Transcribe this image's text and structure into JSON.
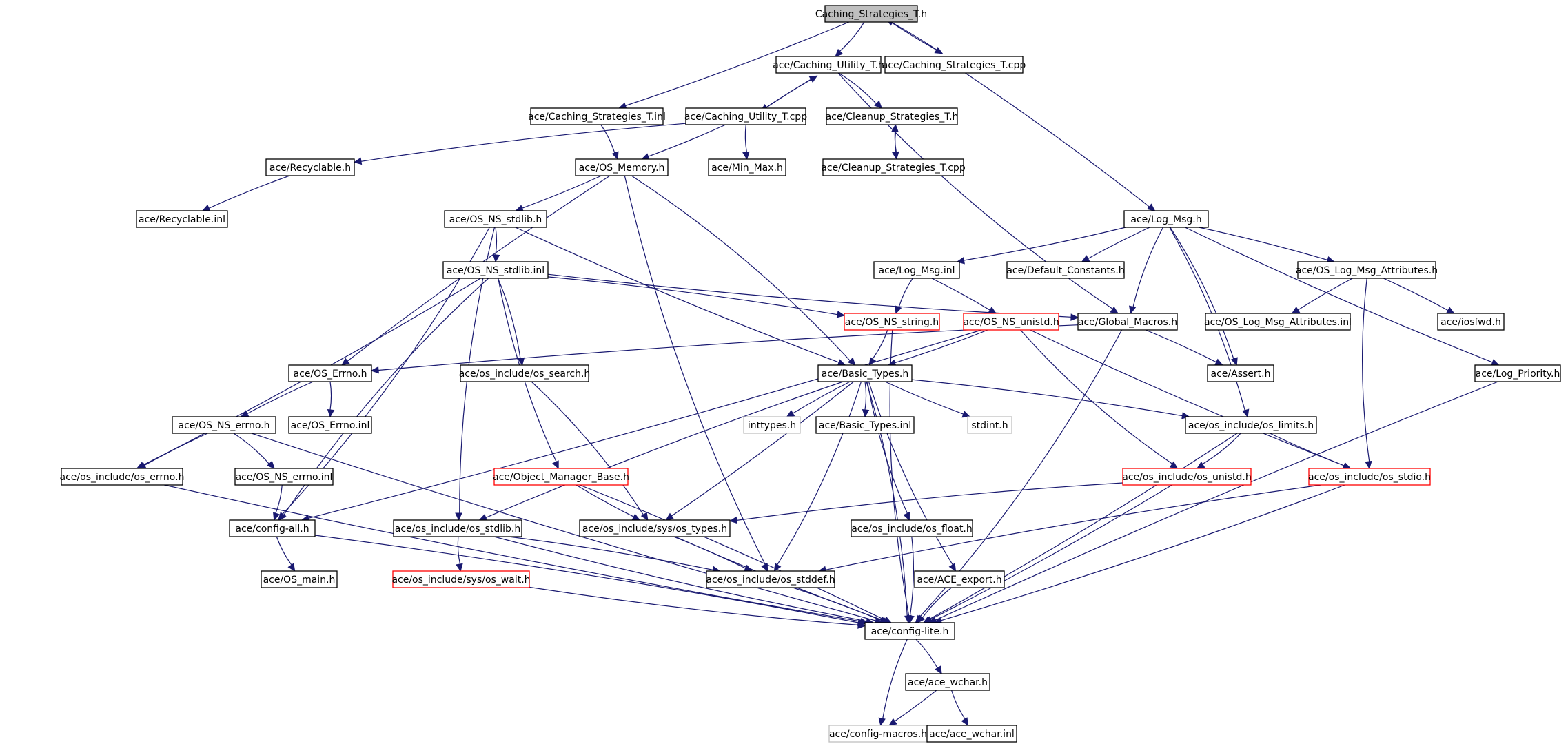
{
  "graph": {
    "colors": {
      "edge": "#191970",
      "root_fill": "#bfbfbf",
      "default_border": "#000000",
      "truncated_border": "#ff0000",
      "external_border": "#bfbfbf",
      "background": "#ffffff"
    },
    "nodes": [
      {
        "id": "root",
        "label": "Caching_Strategies_T.h",
        "style": "root"
      },
      {
        "id": "caching_utility_h",
        "label": "ace/Caching_Utility_T.h",
        "style": "normal"
      },
      {
        "id": "caching_strategies_cpp",
        "label": "ace/Caching_Strategies_T.cpp",
        "style": "normal"
      },
      {
        "id": "caching_strategies_inl",
        "label": "ace/Caching_Strategies_T.inl",
        "style": "normal"
      },
      {
        "id": "caching_utility_cpp",
        "label": "ace/Caching_Utility_T.cpp",
        "style": "normal"
      },
      {
        "id": "cleanup_h",
        "label": "ace/Cleanup_Strategies_T.h",
        "style": "normal"
      },
      {
        "id": "recyclable_h",
        "label": "ace/Recyclable.h",
        "style": "normal"
      },
      {
        "id": "os_memory_h",
        "label": "ace/OS_Memory.h",
        "style": "normal"
      },
      {
        "id": "min_max_h",
        "label": "ace/Min_Max.h",
        "style": "normal"
      },
      {
        "id": "cleanup_cpp",
        "label": "ace/Cleanup_Strategies_T.cpp",
        "style": "normal"
      },
      {
        "id": "recyclable_inl",
        "label": "ace/Recyclable.inl",
        "style": "normal"
      },
      {
        "id": "os_ns_stdlib_h",
        "label": "ace/OS_NS_stdlib.h",
        "style": "normal"
      },
      {
        "id": "log_msg_h",
        "label": "ace/Log_Msg.h",
        "style": "normal"
      },
      {
        "id": "os_ns_stdlib_inl",
        "label": "ace/OS_NS_stdlib.inl",
        "style": "normal"
      },
      {
        "id": "log_msg_inl",
        "label": "ace/Log_Msg.inl",
        "style": "normal"
      },
      {
        "id": "default_constants_h",
        "label": "ace/Default_Constants.h",
        "style": "normal"
      },
      {
        "id": "os_log_msg_attr_h",
        "label": "ace/OS_Log_Msg_Attributes.h",
        "style": "normal"
      },
      {
        "id": "os_ns_string_h",
        "label": "ace/OS_NS_string.h",
        "style": "truncated"
      },
      {
        "id": "os_ns_unistd_h",
        "label": "ace/OS_NS_unistd.h",
        "style": "truncated"
      },
      {
        "id": "global_macros_h",
        "label": "ace/Global_Macros.h",
        "style": "normal"
      },
      {
        "id": "os_log_msg_attr_inl",
        "label": "ace/OS_Log_Msg_Attributes.inl",
        "style": "normal"
      },
      {
        "id": "iosfwd_h",
        "label": "ace/iosfwd.h",
        "style": "normal"
      },
      {
        "id": "os_errno_h",
        "label": "ace/OS_Errno.h",
        "style": "normal"
      },
      {
        "id": "os_search_h",
        "label": "ace/os_include/os_search.h",
        "style": "normal"
      },
      {
        "id": "basic_types_h",
        "label": "ace/Basic_Types.h",
        "style": "normal"
      },
      {
        "id": "assert_h",
        "label": "ace/Assert.h",
        "style": "normal"
      },
      {
        "id": "log_priority_h",
        "label": "ace/Log_Priority.h",
        "style": "normal"
      },
      {
        "id": "os_ns_errno_h",
        "label": "ace/OS_NS_errno.h",
        "style": "normal"
      },
      {
        "id": "os_errno_inl",
        "label": "ace/OS_Errno.inl",
        "style": "normal"
      },
      {
        "id": "inttypes_h",
        "label": "inttypes.h",
        "style": "external"
      },
      {
        "id": "basic_types_inl",
        "label": "ace/Basic_Types.inl",
        "style": "normal"
      },
      {
        "id": "stdint_h",
        "label": "stdint.h",
        "style": "external"
      },
      {
        "id": "os_limits_h",
        "label": "ace/os_include/os_limits.h",
        "style": "normal"
      },
      {
        "id": "os_include_errno_h",
        "label": "ace/os_include/os_errno.h",
        "style": "normal"
      },
      {
        "id": "os_ns_errno_inl",
        "label": "ace/OS_NS_errno.inl",
        "style": "normal"
      },
      {
        "id": "object_manager_base_h",
        "label": "ace/Object_Manager_Base.h",
        "style": "truncated"
      },
      {
        "id": "os_include_unistd_h",
        "label": "ace/os_include/os_unistd.h",
        "style": "truncated"
      },
      {
        "id": "os_include_stdio_h",
        "label": "ace/os_include/os_stdio.h",
        "style": "truncated"
      },
      {
        "id": "config_all_h",
        "label": "ace/config-all.h",
        "style": "normal"
      },
      {
        "id": "os_include_stdlib_h",
        "label": "ace/os_include/os_stdlib.h",
        "style": "normal"
      },
      {
        "id": "os_types_h",
        "label": "ace/os_include/sys/os_types.h",
        "style": "normal"
      },
      {
        "id": "os_float_h",
        "label": "ace/os_include/os_float.h",
        "style": "normal"
      },
      {
        "id": "os_main_h",
        "label": "ace/OS_main.h",
        "style": "normal"
      },
      {
        "id": "os_wait_h",
        "label": "ace/os_include/sys/os_wait.h",
        "style": "truncated"
      },
      {
        "id": "os_stddef_h",
        "label": "ace/os_include/os_stddef.h",
        "style": "normal"
      },
      {
        "id": "ace_export_h",
        "label": "ace/ACE_export.h",
        "style": "normal"
      },
      {
        "id": "config_lite_h",
        "label": "ace/config-lite.h",
        "style": "normal"
      },
      {
        "id": "ace_wchar_h",
        "label": "ace/ace_wchar.h",
        "style": "normal"
      },
      {
        "id": "config_macros_h",
        "label": "ace/config-macros.h",
        "style": "external"
      },
      {
        "id": "ace_wchar_inl",
        "label": "ace/ace_wchar.inl",
        "style": "normal"
      }
    ],
    "edges": [
      [
        "root",
        "caching_utility_h"
      ],
      [
        "root",
        "caching_strategies_cpp"
      ],
      [
        "root",
        "caching_strategies_inl"
      ],
      [
        "caching_strategies_cpp",
        "root"
      ],
      [
        "caching_strategies_cpp",
        "log_msg_h"
      ],
      [
        "caching_utility_h",
        "caching_utility_cpp"
      ],
      [
        "caching_utility_h",
        "cleanup_h"
      ],
      [
        "caching_utility_h",
        "global_macros_h"
      ],
      [
        "caching_utility_cpp",
        "caching_utility_h"
      ],
      [
        "caching_utility_cpp",
        "recyclable_h"
      ],
      [
        "caching_utility_cpp",
        "os_memory_h"
      ],
      [
        "caching_utility_cpp",
        "min_max_h"
      ],
      [
        "caching_strategies_inl",
        "os_memory_h"
      ],
      [
        "cleanup_h",
        "cleanup_cpp"
      ],
      [
        "cleanup_cpp",
        "cleanup_h"
      ],
      [
        "recyclable_h",
        "recyclable_inl"
      ],
      [
        "os_memory_h",
        "os_ns_stdlib_h"
      ],
      [
        "os_memory_h",
        "os_errno_h"
      ],
      [
        "os_memory_h",
        "basic_types_h"
      ],
      [
        "os_memory_h",
        "os_stddef_h"
      ],
      [
        "os_ns_stdlib_h",
        "os_ns_stdlib_inl"
      ],
      [
        "os_ns_stdlib_h",
        "basic_types_h"
      ],
      [
        "os_ns_stdlib_h",
        "config_all_h"
      ],
      [
        "os_ns_stdlib_h",
        "os_include_stdlib_h"
      ],
      [
        "os_ns_stdlib_inl",
        "os_ns_string_h"
      ],
      [
        "os_ns_stdlib_inl",
        "global_macros_h"
      ],
      [
        "os_ns_stdlib_inl",
        "os_search_h"
      ],
      [
        "os_ns_stdlib_inl",
        "object_manager_base_h"
      ],
      [
        "os_ns_stdlib_inl",
        "os_include_errno_h"
      ],
      [
        "os_ns_stdlib_inl",
        "config_all_h"
      ],
      [
        "log_msg_h",
        "log_msg_inl"
      ],
      [
        "log_msg_h",
        "default_constants_h"
      ],
      [
        "log_msg_h",
        "os_log_msg_attr_h"
      ],
      [
        "log_msg_h",
        "global_macros_h"
      ],
      [
        "log_msg_h",
        "assert_h"
      ],
      [
        "log_msg_h",
        "log_priority_h"
      ],
      [
        "log_msg_h",
        "os_limits_h"
      ],
      [
        "log_msg_inl",
        "os_ns_string_h"
      ],
      [
        "log_msg_inl",
        "os_ns_unistd_h"
      ],
      [
        "os_log_msg_attr_h",
        "os_log_msg_attr_inl"
      ],
      [
        "os_log_msg_attr_h",
        "iosfwd_h"
      ],
      [
        "os_log_msg_attr_h",
        "os_include_stdio_h"
      ],
      [
        "os_ns_string_h",
        "basic_types_h"
      ],
      [
        "os_ns_string_h",
        "config_lite_h"
      ],
      [
        "os_ns_unistd_h",
        "basic_types_h"
      ],
      [
        "os_ns_unistd_h",
        "os_include_unistd_h"
      ],
      [
        "os_ns_unistd_h",
        "config_all_h"
      ],
      [
        "os_ns_unistd_h",
        "os_include_stdio_h"
      ],
      [
        "global_macros_h",
        "assert_h"
      ],
      [
        "global_macros_h",
        "os_errno_h"
      ],
      [
        "global_macros_h",
        "config_lite_h"
      ],
      [
        "os_errno_h",
        "os_ns_errno_h"
      ],
      [
        "os_errno_h",
        "os_errno_inl"
      ],
      [
        "os_ns_errno_h",
        "os_include_errno_h"
      ],
      [
        "os_ns_errno_h",
        "os_ns_errno_inl"
      ],
      [
        "os_ns_errno_h",
        "config_lite_h"
      ],
      [
        "os_ns_errno_inl",
        "config_all_h"
      ],
      [
        "os_include_errno_h",
        "config_lite_h"
      ],
      [
        "os_search_h",
        "os_types_h"
      ],
      [
        "basic_types_h",
        "inttypes_h"
      ],
      [
        "basic_types_h",
        "basic_types_inl"
      ],
      [
        "basic_types_h",
        "stdint_h"
      ],
      [
        "basic_types_h",
        "os_limits_h"
      ],
      [
        "basic_types_h",
        "os_include_stdlib_h"
      ],
      [
        "basic_types_h",
        "os_types_h"
      ],
      [
        "basic_types_h",
        "os_float_h"
      ],
      [
        "basic_types_h",
        "os_stddef_h"
      ],
      [
        "basic_types_h",
        "ace_export_h"
      ],
      [
        "basic_types_h",
        "config_lite_h"
      ],
      [
        "log_priority_h",
        "config_lite_h"
      ],
      [
        "os_limits_h",
        "os_include_unistd_h"
      ],
      [
        "os_limits_h",
        "os_include_stdio_h"
      ],
      [
        "os_limits_h",
        "config_lite_h"
      ],
      [
        "object_manager_base_h",
        "os_types_h"
      ],
      [
        "object_manager_base_h",
        "config_lite_h"
      ],
      [
        "os_include_unistd_h",
        "os_types_h"
      ],
      [
        "os_include_unistd_h",
        "config_lite_h"
      ],
      [
        "os_include_stdio_h",
        "os_stddef_h"
      ],
      [
        "os_include_stdio_h",
        "config_lite_h"
      ],
      [
        "config_all_h",
        "os_main_h"
      ],
      [
        "config_all_h",
        "config_lite_h"
      ],
      [
        "os_include_stdlib_h",
        "os_wait_h"
      ],
      [
        "os_include_stdlib_h",
        "os_stddef_h"
      ],
      [
        "os_include_stdlib_h",
        "config_lite_h"
      ],
      [
        "os_types_h",
        "os_stddef_h"
      ],
      [
        "os_types_h",
        "config_lite_h"
      ],
      [
        "os_float_h",
        "config_lite_h"
      ],
      [
        "os_wait_h",
        "config_lite_h"
      ],
      [
        "os_stddef_h",
        "config_lite_h"
      ],
      [
        "ace_export_h",
        "config_lite_h"
      ],
      [
        "config_lite_h",
        "ace_wchar_h"
      ],
      [
        "config_lite_h",
        "config_macros_h"
      ],
      [
        "ace_wchar_h",
        "config_macros_h"
      ],
      [
        "ace_wchar_h",
        "ace_wchar_inl"
      ]
    ]
  }
}
